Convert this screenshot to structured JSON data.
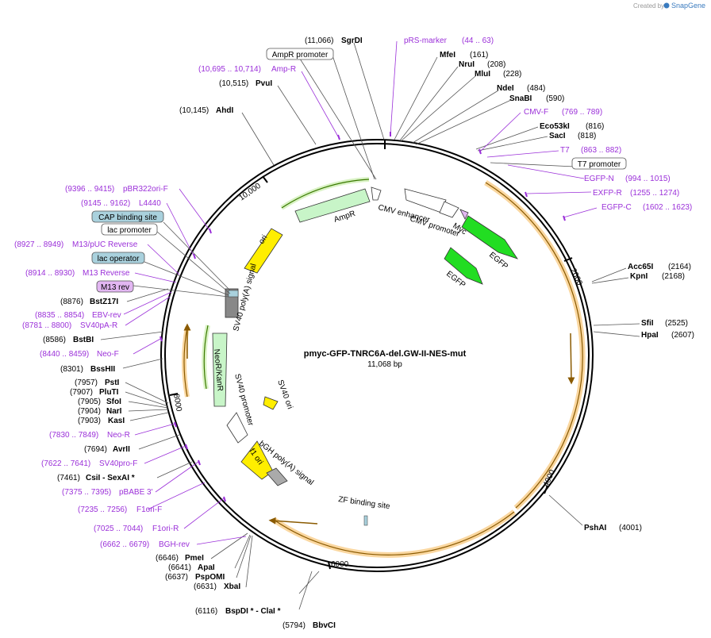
{
  "credit": {
    "created_by": "Created by",
    "brand": "SnapGene"
  },
  "plasmid": {
    "name": "pmyc-GFP-TNRC6A-del.GW-II-NES-mut",
    "length": "11,068 bp"
  },
  "ticks": [
    "2000",
    "4000",
    "6000",
    "8000",
    "10,000"
  ],
  "enzymes": [
    {
      "pos": "(11,066)",
      "name": "SgrDI"
    },
    {
      "pos": "(161)",
      "name": "MfeI"
    },
    {
      "pos": "(208)",
      "name": "NruI"
    },
    {
      "pos": "(228)",
      "name": "MluI"
    },
    {
      "pos": "(484)",
      "name": "NdeI"
    },
    {
      "pos": "(590)",
      "name": "SnaBI"
    },
    {
      "pos": "(816)",
      "name": "Eco53kI"
    },
    {
      "pos": "(818)",
      "name": "SacI"
    },
    {
      "pos": "(2164)",
      "name": "Acc65I"
    },
    {
      "pos": "(2168)",
      "name": "KpnI"
    },
    {
      "pos": "(2525)",
      "name": "SfiI"
    },
    {
      "pos": "(2607)",
      "name": "HpaI"
    },
    {
      "pos": "(4001)",
      "name": "PshAI"
    },
    {
      "pos": "(5794)",
      "name": "BbvCI"
    },
    {
      "pos": "(6116)",
      "name": "BspDI * - ClaI *"
    },
    {
      "pos": "(6631)",
      "name": "XbaI"
    },
    {
      "pos": "(6637)",
      "name": "PspOMI"
    },
    {
      "pos": "(6641)",
      "name": "ApaI"
    },
    {
      "pos": "(6646)",
      "name": "PmeI"
    },
    {
      "pos": "(7461)",
      "name": "CsiI - SexAI *"
    },
    {
      "pos": "(7694)",
      "name": "AvrII"
    },
    {
      "pos": "(7903)",
      "name": "KasI"
    },
    {
      "pos": "(7904)",
      "name": "NarI"
    },
    {
      "pos": "(7905)",
      "name": "SfoI"
    },
    {
      "pos": "(7907)",
      "name": "PluTI"
    },
    {
      "pos": "(7957)",
      "name": "PstI"
    },
    {
      "pos": "(8301)",
      "name": "BssHII"
    },
    {
      "pos": "(8586)",
      "name": "BstBI"
    },
    {
      "pos": "(8876)",
      "name": "BstZ17I"
    },
    {
      "pos": "(10,145)",
      "name": "AhdI"
    },
    {
      "pos": "(10,515)",
      "name": "PvuI"
    }
  ],
  "primers": [
    {
      "name": "pRS-marker",
      "range": "(44 .. 63)"
    },
    {
      "name": "CMV-F",
      "range": "(769 .. 789)"
    },
    {
      "name": "T7",
      "range": "(863 .. 882)"
    },
    {
      "name": "EGFP-N",
      "range": "(994 .. 1015)"
    },
    {
      "name": "EXFP-R",
      "range": "(1255 .. 1274)"
    },
    {
      "name": "EGFP-C",
      "range": "(1602 .. 1623)"
    },
    {
      "name": "Amp-R",
      "range": "(10,695 .. 10,714)"
    },
    {
      "name": "pBR322ori-F",
      "range": "(9396 .. 9415)"
    },
    {
      "name": "L4440",
      "range": "(9145 .. 9162)"
    },
    {
      "name": "M13/pUC Reverse",
      "range": "(8927 .. 8949)"
    },
    {
      "name": "M13 Reverse",
      "range": "(8914 .. 8930)"
    },
    {
      "name": "EBV-rev",
      "range": "(8835 .. 8854)"
    },
    {
      "name": "SV40pA-R",
      "range": "(8781 .. 8800)"
    },
    {
      "name": "Neo-F",
      "range": "(8440 .. 8459)"
    },
    {
      "name": "Neo-R",
      "range": "(7830 .. 7849)"
    },
    {
      "name": "SV40pro-F",
      "range": "(7622 .. 7641)"
    },
    {
      "name": "pBABE 3'",
      "range": "(7375 .. 7395)"
    },
    {
      "name": "F1ori-F",
      "range": "(7235 .. 7256)"
    },
    {
      "name": "F1ori-R",
      "range": "(7025 .. 7044)"
    },
    {
      "name": "BGH-rev",
      "range": "(6662 .. 6679)"
    }
  ],
  "boxes": [
    "AmpR promoter",
    "T7 promoter",
    "CAP binding site",
    "lac promoter",
    "lac operator",
    "M13 rev"
  ],
  "features": [
    "AmpR",
    "ori",
    "CMV enhancer",
    "CMV promoter",
    "Myc",
    "EGFP",
    "EGFP",
    "SV40 poly(A) signal",
    "NeoR/KanR",
    "SV40 promoter",
    "SV40 ori",
    "f1 ori",
    "bGH poly(A) signal",
    "ZF binding site"
  ],
  "colors": {
    "primer": "#9b30d9",
    "orange_feature": "#f5a623",
    "egfp": "#22dd22",
    "ampr": "#c8f5c8",
    "ori": "#ffee00",
    "lac_operator": "#a9d1dd",
    "m13_rev": "#e2b6f2",
    "brand": "#3a7bbf"
  }
}
